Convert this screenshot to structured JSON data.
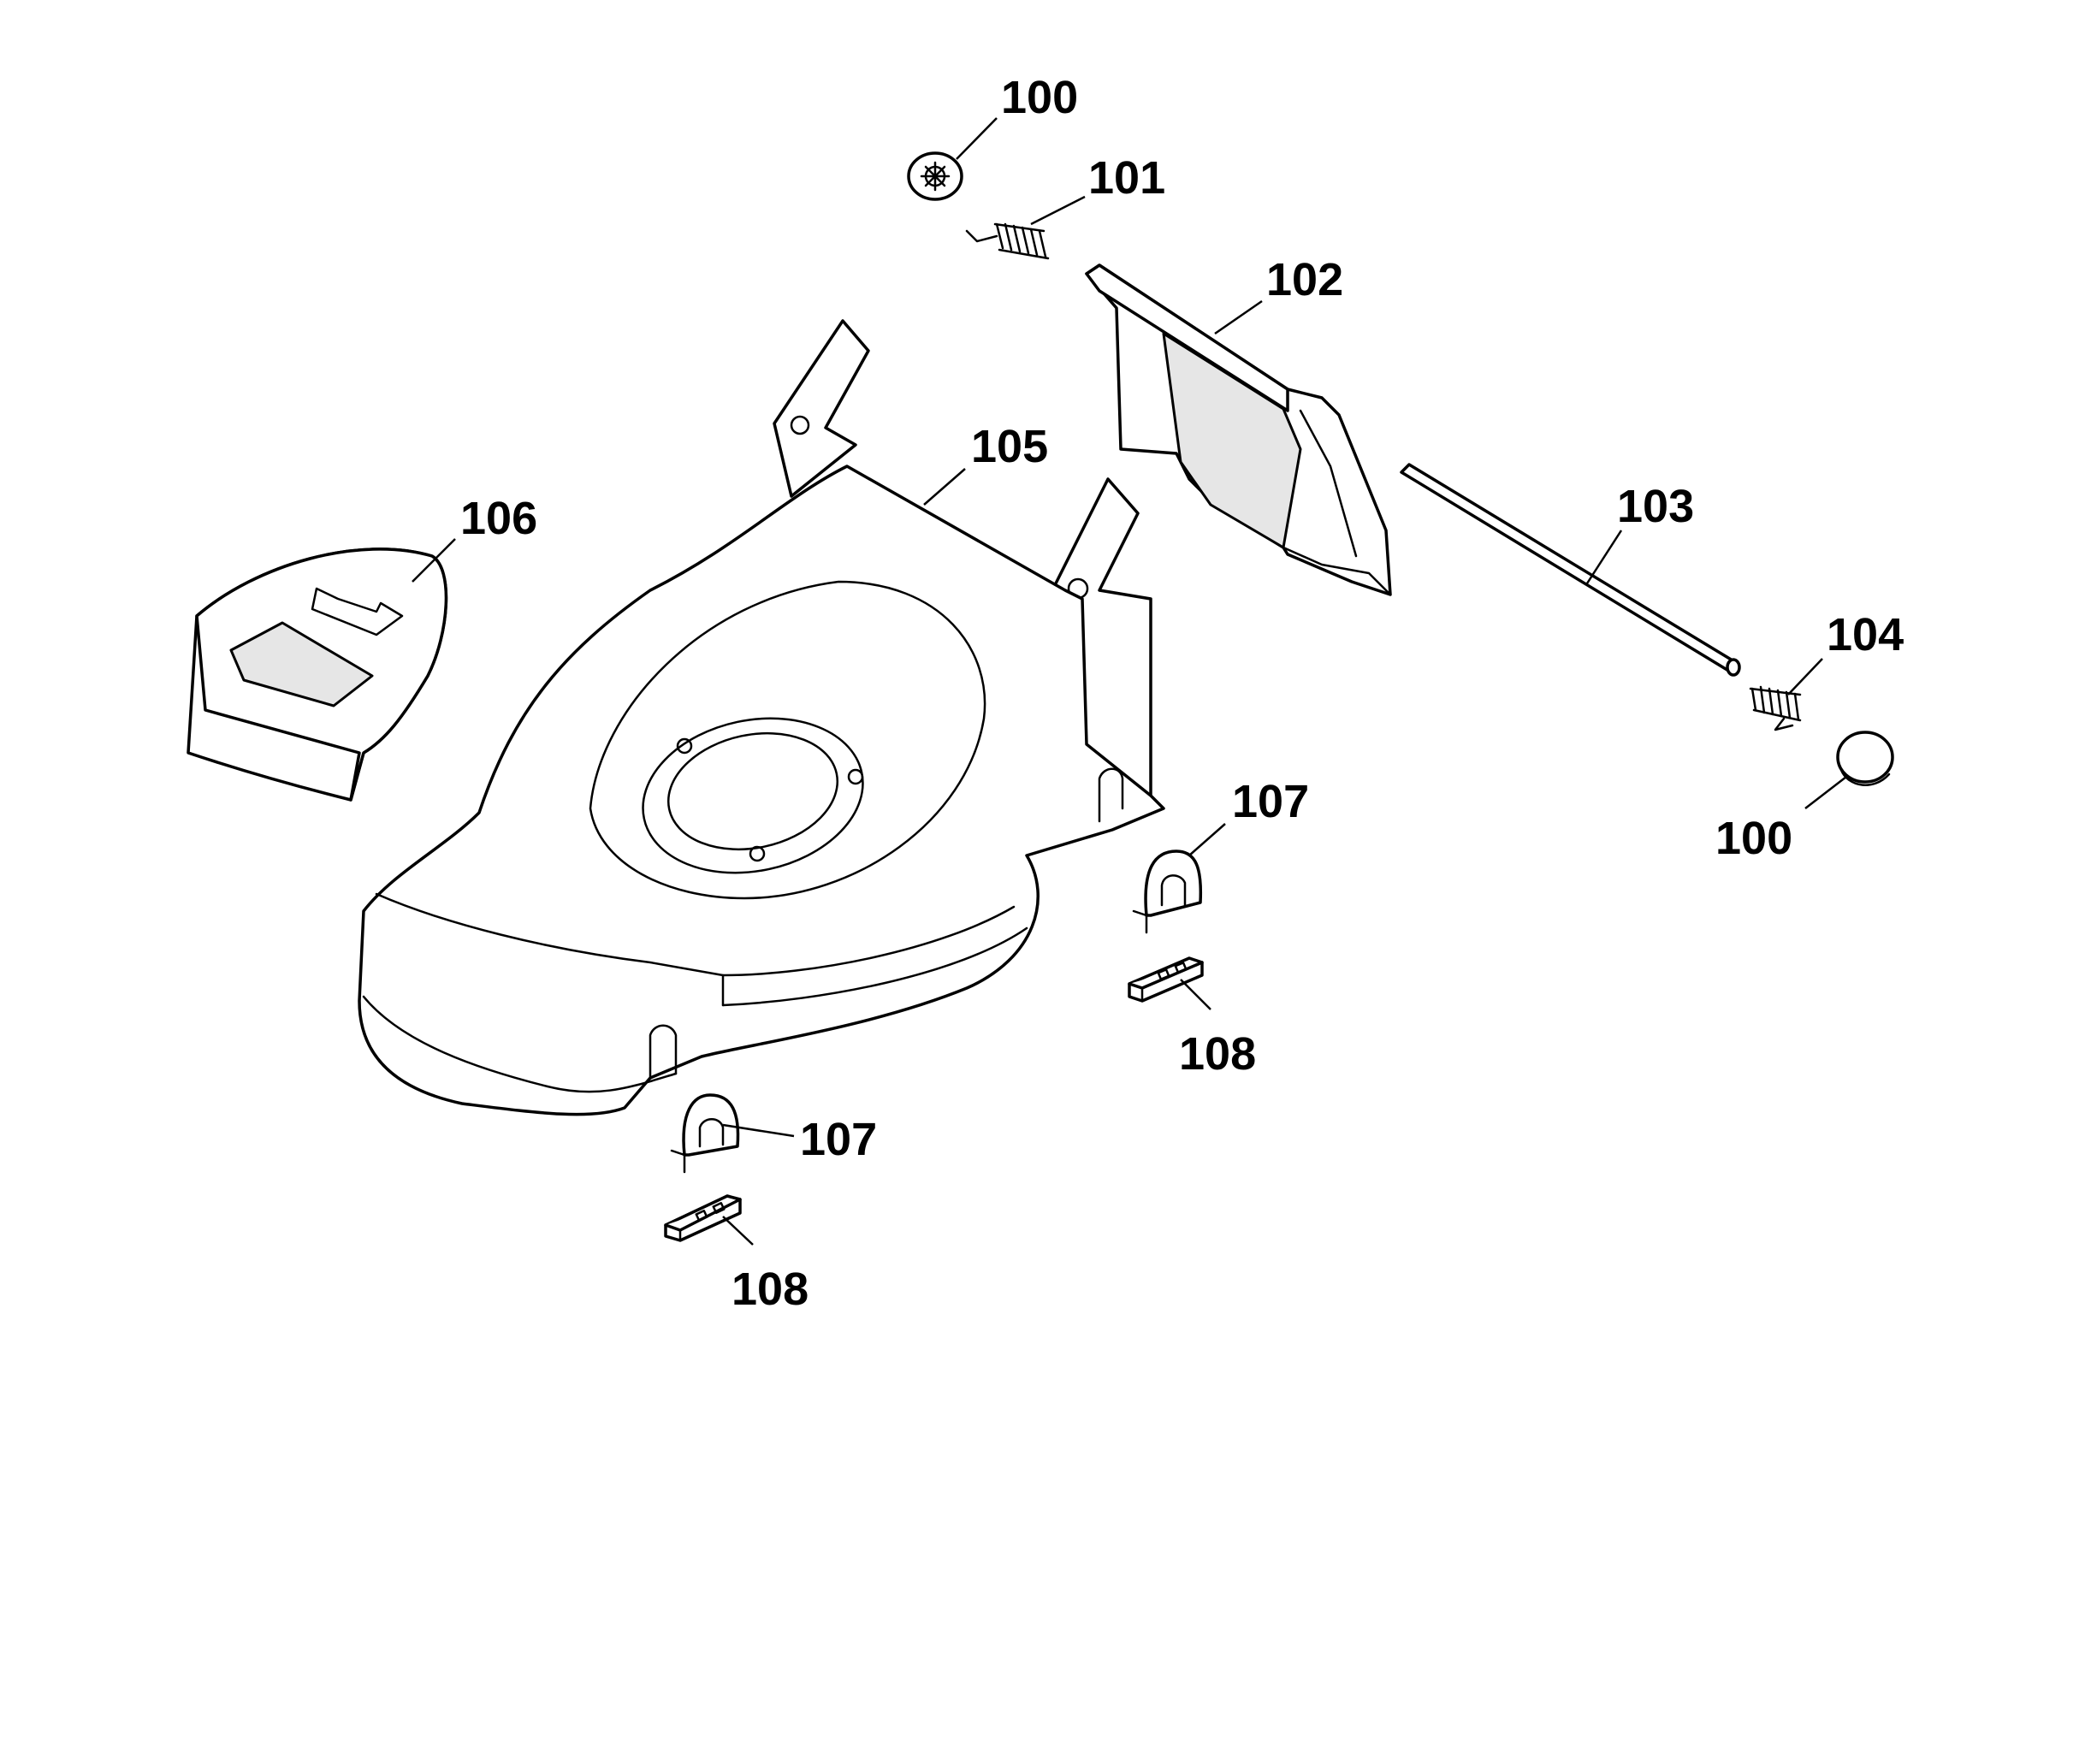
{
  "callouts": {
    "p100_top": "100",
    "p101": "101",
    "p102": "102",
    "p103": "103",
    "p104": "104",
    "p100_right": "100",
    "p105": "105",
    "p106": "106",
    "p107_right": "107",
    "p108_right": "108",
    "p107_left": "107",
    "p108_left": "108"
  }
}
